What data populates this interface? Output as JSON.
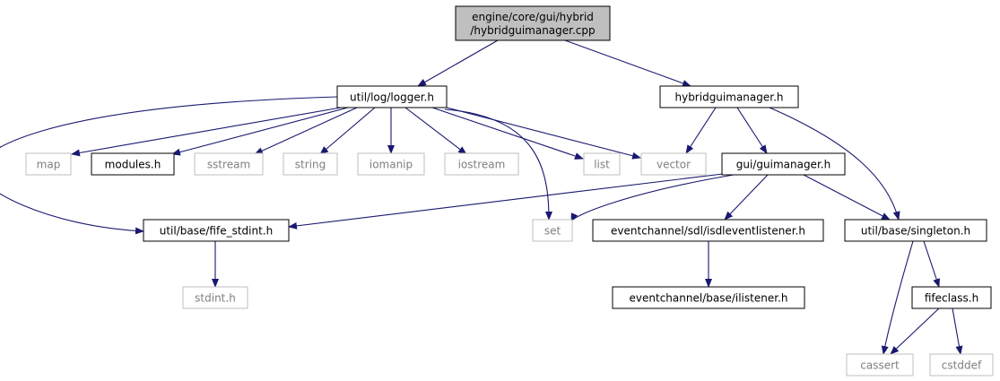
{
  "colors": {
    "edge": "#191970",
    "root_fill": "#bfbfbf",
    "doc_border": "#000000",
    "ext_border": "#bfbfbf",
    "ext_text": "#7f7f7f",
    "text": "#000000"
  },
  "nodes": [
    {
      "id": "root",
      "lines": [
        "engine/core/gui/hybrid",
        "/hybridguimanager.cpp"
      ],
      "kind": "root"
    },
    {
      "id": "logger",
      "lines": [
        "util/log/logger.h"
      ],
      "kind": "doc"
    },
    {
      "id": "hybridguimanager",
      "lines": [
        "hybridguimanager.h"
      ],
      "kind": "doc"
    },
    {
      "id": "map",
      "lines": [
        "map"
      ],
      "kind": "ext"
    },
    {
      "id": "modules",
      "lines": [
        "modules.h"
      ],
      "kind": "doc"
    },
    {
      "id": "sstream",
      "lines": [
        "sstream"
      ],
      "kind": "ext"
    },
    {
      "id": "string",
      "lines": [
        "string"
      ],
      "kind": "ext"
    },
    {
      "id": "iomanip",
      "lines": [
        "iomanip"
      ],
      "kind": "ext"
    },
    {
      "id": "iostream",
      "lines": [
        "iostream"
      ],
      "kind": "ext"
    },
    {
      "id": "list",
      "lines": [
        "list"
      ],
      "kind": "ext"
    },
    {
      "id": "vector",
      "lines": [
        "vector"
      ],
      "kind": "ext"
    },
    {
      "id": "guimanager",
      "lines": [
        "gui/guimanager.h"
      ],
      "kind": "doc"
    },
    {
      "id": "fife_stdint",
      "lines": [
        "util/base/fife_stdint.h"
      ],
      "kind": "doc"
    },
    {
      "id": "set",
      "lines": [
        "set"
      ],
      "kind": "ext"
    },
    {
      "id": "isdleventlistener",
      "lines": [
        "eventchannel/sdl/isdleventlistener.h"
      ],
      "kind": "doc"
    },
    {
      "id": "singleton",
      "lines": [
        "util/base/singleton.h"
      ],
      "kind": "doc"
    },
    {
      "id": "stdint",
      "lines": [
        "stdint.h"
      ],
      "kind": "ext"
    },
    {
      "id": "ilistener",
      "lines": [
        "eventchannel/base/ilistener.h"
      ],
      "kind": "doc"
    },
    {
      "id": "fifeclass",
      "lines": [
        "fifeclass.h"
      ],
      "kind": "doc"
    },
    {
      "id": "cassert",
      "lines": [
        "cassert"
      ],
      "kind": "ext"
    },
    {
      "id": "cstddef",
      "lines": [
        "cstddef"
      ],
      "kind": "ext"
    }
  ],
  "edges": [
    [
      "root",
      "logger"
    ],
    [
      "root",
      "hybridguimanager"
    ],
    [
      "logger",
      "map"
    ],
    [
      "logger",
      "modules"
    ],
    [
      "logger",
      "sstream"
    ],
    [
      "logger",
      "string"
    ],
    [
      "logger",
      "iomanip"
    ],
    [
      "logger",
      "iostream"
    ],
    [
      "logger",
      "list"
    ],
    [
      "logger",
      "vector"
    ],
    [
      "logger",
      "fife_stdint"
    ],
    [
      "logger",
      "set"
    ],
    [
      "hybridguimanager",
      "vector"
    ],
    [
      "hybridguimanager",
      "guimanager"
    ],
    [
      "hybridguimanager",
      "singleton"
    ],
    [
      "guimanager",
      "fife_stdint"
    ],
    [
      "guimanager",
      "set"
    ],
    [
      "guimanager",
      "isdleventlistener"
    ],
    [
      "guimanager",
      "singleton"
    ],
    [
      "fife_stdint",
      "stdint"
    ],
    [
      "isdleventlistener",
      "ilistener"
    ],
    [
      "singleton",
      "fifeclass"
    ],
    [
      "singleton",
      "cassert"
    ],
    [
      "fifeclass",
      "cassert"
    ],
    [
      "fifeclass",
      "cstddef"
    ]
  ]
}
